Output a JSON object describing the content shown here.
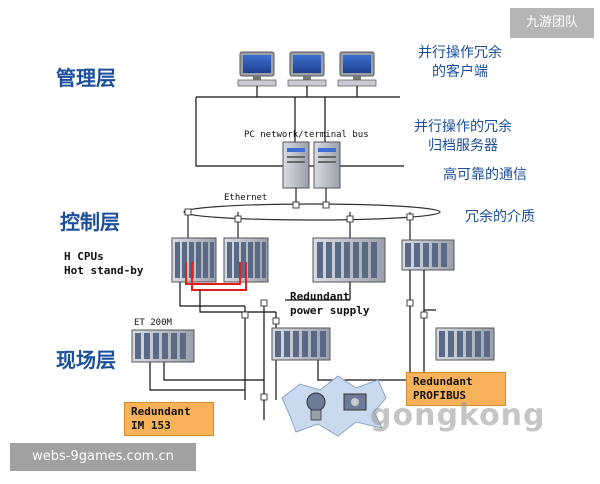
{
  "layers": {
    "management": "管理层",
    "control": "控制层",
    "field": "现场层"
  },
  "notes": {
    "parallel_clients_1": "并行操作冗余",
    "parallel_clients_2": "的客户端",
    "archive_servers_1": "并行操作的冗余",
    "archive_servers_2": "归档服务器",
    "reliable_comm": "高可靠的通信",
    "redundant_media": "冗余的介质"
  },
  "labels": {
    "pc_network": "PC network/terminal bus",
    "ethernet": "Ethernet",
    "hcpu_1": "H CPUs",
    "hcpu_2": "Hot stand-by",
    "redundant_power_1": "Redundant",
    "redundant_power_2": "power supply",
    "et200m": "ET 200M",
    "im153_1": "Redundant",
    "im153_2": "IM 153",
    "profibus_1": "Redundant",
    "profibus_2": "PROFIBUS"
  },
  "watermarks": {
    "top": "九游团队",
    "bottom": "webs-9games.com.cn",
    "brand": "gongkong"
  },
  "colors": {
    "accent_blue": "#1b4f9c",
    "highlight_red": "#e02020",
    "callout_orange": "#f7b25a",
    "device_gray": "#b8bcc4"
  },
  "icons": [
    "computer-icon",
    "server-icon",
    "plc-rack-icon",
    "field-device-icon"
  ]
}
